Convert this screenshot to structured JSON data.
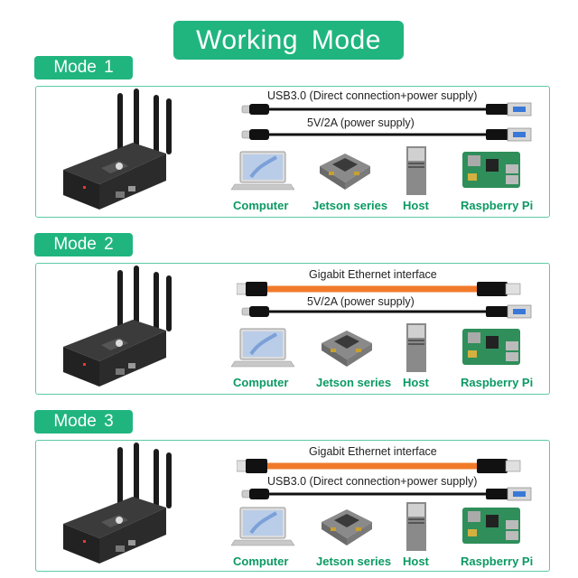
{
  "title": "Working Mode",
  "modes": [
    {
      "label": "Mode 1",
      "cables": [
        {
          "label": "USB3.0 (Direct connection+power supply)",
          "kind": "usb"
        },
        {
          "label": "5V/2A  (power supply)",
          "kind": "usb"
        }
      ],
      "devices": [
        "Computer",
        "Jetson series",
        "Host",
        "Raspberry Pi"
      ]
    },
    {
      "label": "Mode  2",
      "cables": [
        {
          "label": "Gigabit Ethernet interface",
          "kind": "ethernet"
        },
        {
          "label": "5V/2A  (power supply)",
          "kind": "usb"
        }
      ],
      "devices": [
        "Computer",
        "Jetson series",
        "Host",
        "Raspberry Pi"
      ]
    },
    {
      "label": "Mode 3",
      "cables": [
        {
          "label": "Gigabit Ethernet interface",
          "kind": "ethernet"
        },
        {
          "label": "USB3.0 (Direct connection+power supply)",
          "kind": "usb"
        }
      ],
      "devices": [
        "Computer",
        "Jetson series",
        "Host",
        "Raspberry Pi"
      ]
    }
  ],
  "colors": {
    "accent": "#20b57f",
    "label_green": "#0b9a63",
    "ethernet_cable": "#f07a2a",
    "usb_plug": "#3a78d8"
  }
}
